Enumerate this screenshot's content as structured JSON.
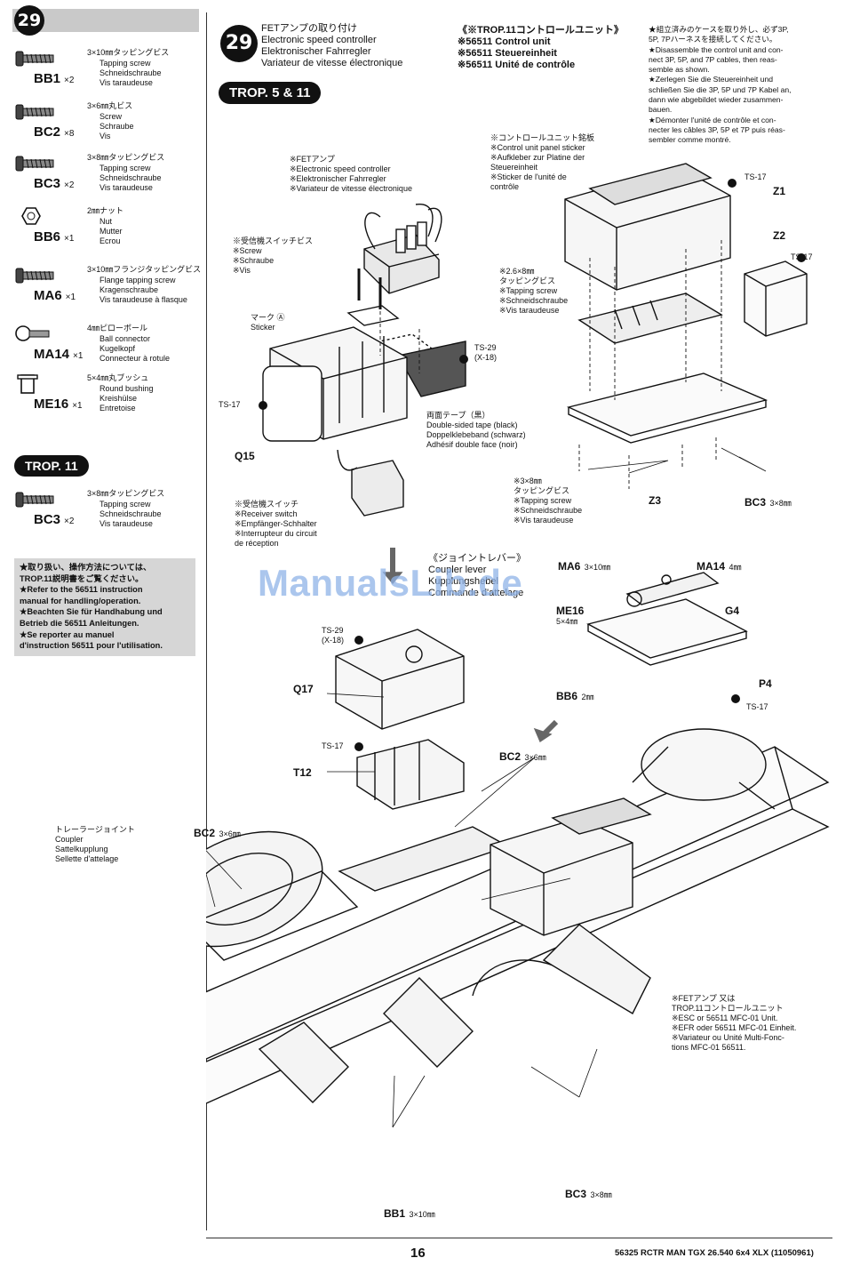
{
  "sidebar": {
    "step_number": "29",
    "parts": [
      {
        "code": "BB1",
        "qty": "×2",
        "lines": [
          "3×10㎜タッピングビス",
          "Tapping screw",
          "Schneidschraube",
          "Vis taraudeuse"
        ]
      },
      {
        "code": "BC2",
        "qty": "×8",
        "lines": [
          "3×6㎜丸ビス",
          "Screw",
          "Schraube",
          "Vis"
        ]
      },
      {
        "code": "BC3",
        "qty": "×2",
        "lines": [
          "3×8㎜タッピングビス",
          "Tapping screw",
          "Schneidschraube",
          "Vis taraudeuse"
        ]
      },
      {
        "code": "BB6",
        "qty": "×1",
        "lines": [
          "2㎜ナット",
          "Nut",
          "Mutter",
          "Ecrou"
        ]
      },
      {
        "code": "MA6",
        "qty": "×1",
        "lines": [
          "3×10㎜フランジタッピングビス",
          "Flange tapping screw",
          "Kragenschraube",
          "Vis taraudeuse à flasque"
        ]
      },
      {
        "code": "MA14",
        "qty": "×1",
        "lines": [
          "4㎜ピローボール",
          "Ball connector",
          "Kugelkopf",
          "Connecteur à rotule"
        ]
      },
      {
        "code": "ME16",
        "qty": "×1",
        "lines": [
          "5×4㎜丸ブッシュ",
          "Round bushing",
          "Kreishülse",
          "Entretoise"
        ]
      }
    ],
    "trop11_label": "TROP. 11",
    "trop11_part": {
      "code": "BC3",
      "qty": "×2",
      "lines": [
        "3×8㎜タッピングビス",
        "Tapping screw",
        "Schneidschraube",
        "Vis taraudeuse"
      ]
    },
    "note_lines": [
      "★取り扱い、操作方法については、",
      "TROP.11説明書をご覧ください。",
      "★Refer to the 56511 instruction",
      "manual for handling/operation.",
      "★Beachten Sie für Handhabung und",
      "Betrieb die 56511 Anleitungen.",
      "★Se reporter au manuel",
      "d'instruction 56511 pour l'utilisation."
    ]
  },
  "header": {
    "step_number": "29",
    "title_lines": [
      "FETアンプの取り付け",
      "Electronic speed controller",
      "Elektronischer Fahrregler",
      "Variateur de vitesse électronique"
    ],
    "trop_label": "TROP. 5 & 11",
    "control_unit_lines": [
      "《※TROP.11コントロールユニット》",
      "※56511 Control unit",
      "※56511 Steuereinheit",
      "※56511 Unité de contrôle"
    ],
    "assembly_note": [
      "★組立済みのケースを取り外し、必ず3P,",
      "5P, 7Pハーネスを接続してください。",
      "★Disassemble the control unit and con-",
      "nect 3P, 5P, and 7P cables, then reas-",
      "semble as shown.",
      "★Zerlegen Sie die Steuereinheit und",
      "schließen Sie die 3P, 5P und 7P Kabel an,",
      "dann wie abgebildet wieder zusammen-",
      "bauen.",
      "★Démonter l'unité de contrôle et con-",
      "necter les câbles 3P, 5P et 7P puis réas-",
      "sembler comme montré."
    ]
  },
  "callouts": {
    "esc": [
      "※FETアンプ",
      "※Electronic speed controller",
      "※Elektronischer Fahrregler",
      "※Variateur de vitesse électronique"
    ],
    "receiver_screw": [
      "※受信機スイッチビス",
      "※Screw",
      "※Schraube",
      "※Vis"
    ],
    "sticker": [
      "マーク Ⓐ",
      "Sticker"
    ],
    "ts29_x18": [
      "TS-29",
      "(X-18)"
    ],
    "ts17": "TS-17",
    "q15": "Q15",
    "tape": [
      "両面テープ（黒）",
      "Double-sided tape (black)",
      "Doppelklebeband (schwarz)",
      "Adhésif double face (noir)"
    ],
    "receiver_switch": [
      "※受信機スイッチ",
      "※Receiver switch",
      "※Empfänger-Schhalter",
      "※Interrupteur du circuit",
      "de réception"
    ],
    "panel_sticker": [
      "※コントロールユニット銘板",
      "※Control unit panel sticker",
      "※Aufkleber zur Platine der",
      "Steuereinheit",
      "※Sticker de l'unité de",
      "contrôle"
    ],
    "tap_26x8": [
      "※2.6×8㎜",
      "タッピングビス",
      "※Tapping screw",
      "※Schneidschraube",
      "※Vis taraudeuse"
    ],
    "z1": "Z1",
    "z2": "Z2",
    "z3": "Z3",
    "tap_3x8": [
      "※3×8㎜",
      "タッピングビス",
      "※Tapping screw",
      "※Schneidschraube",
      "※Vis taraudeuse"
    ],
    "bc3_right": "BC3",
    "bc3_right_size": "3×8㎜",
    "joint_lever": [
      "《ジョイントレバー》",
      "Coupler lever",
      "Kupplungshebel",
      "Commande d'attelage"
    ],
    "ma6": "MA6",
    "ma6_size": "3×10㎜",
    "ma14": "MA14",
    "ma14_size": "4㎜",
    "me16": "ME16",
    "me16_size": "5×4㎜",
    "g4": "G4",
    "bb6": "BB6",
    "bb6_size": "2㎜",
    "p4": "P4",
    "q17": "Q17",
    "t12": "T12",
    "bc2_mid": "BC2",
    "bc2_mid_size": "3×6㎜",
    "coupler": [
      "トレーラージョイント",
      "Coupler",
      "Sattelkupplung",
      "Sellette d'attelage"
    ],
    "bc2_left": "BC2",
    "bc2_left_size": "3×6㎜",
    "esc_or_unit": [
      "※FETアンプ 又は",
      "TROP.11コントロールユニット",
      "※ESC or 56511 MFC-01 Unit.",
      "※EFR oder 56511 MFC-01 Einheit.",
      "※Variateur ou Unité Multi-Fonc-",
      "tions MFC-01 56511."
    ],
    "bb1": "BB1",
    "bb1_size": "3×10㎜",
    "bc3_bottom": "BC3",
    "bc3_bottom_size": "3×8㎜"
  },
  "watermark": "ManualsLib.de",
  "footer": {
    "page_number": "16",
    "title": "56325 RCTR MAN TGX 26.540 6x4 XLX (11050961)"
  }
}
